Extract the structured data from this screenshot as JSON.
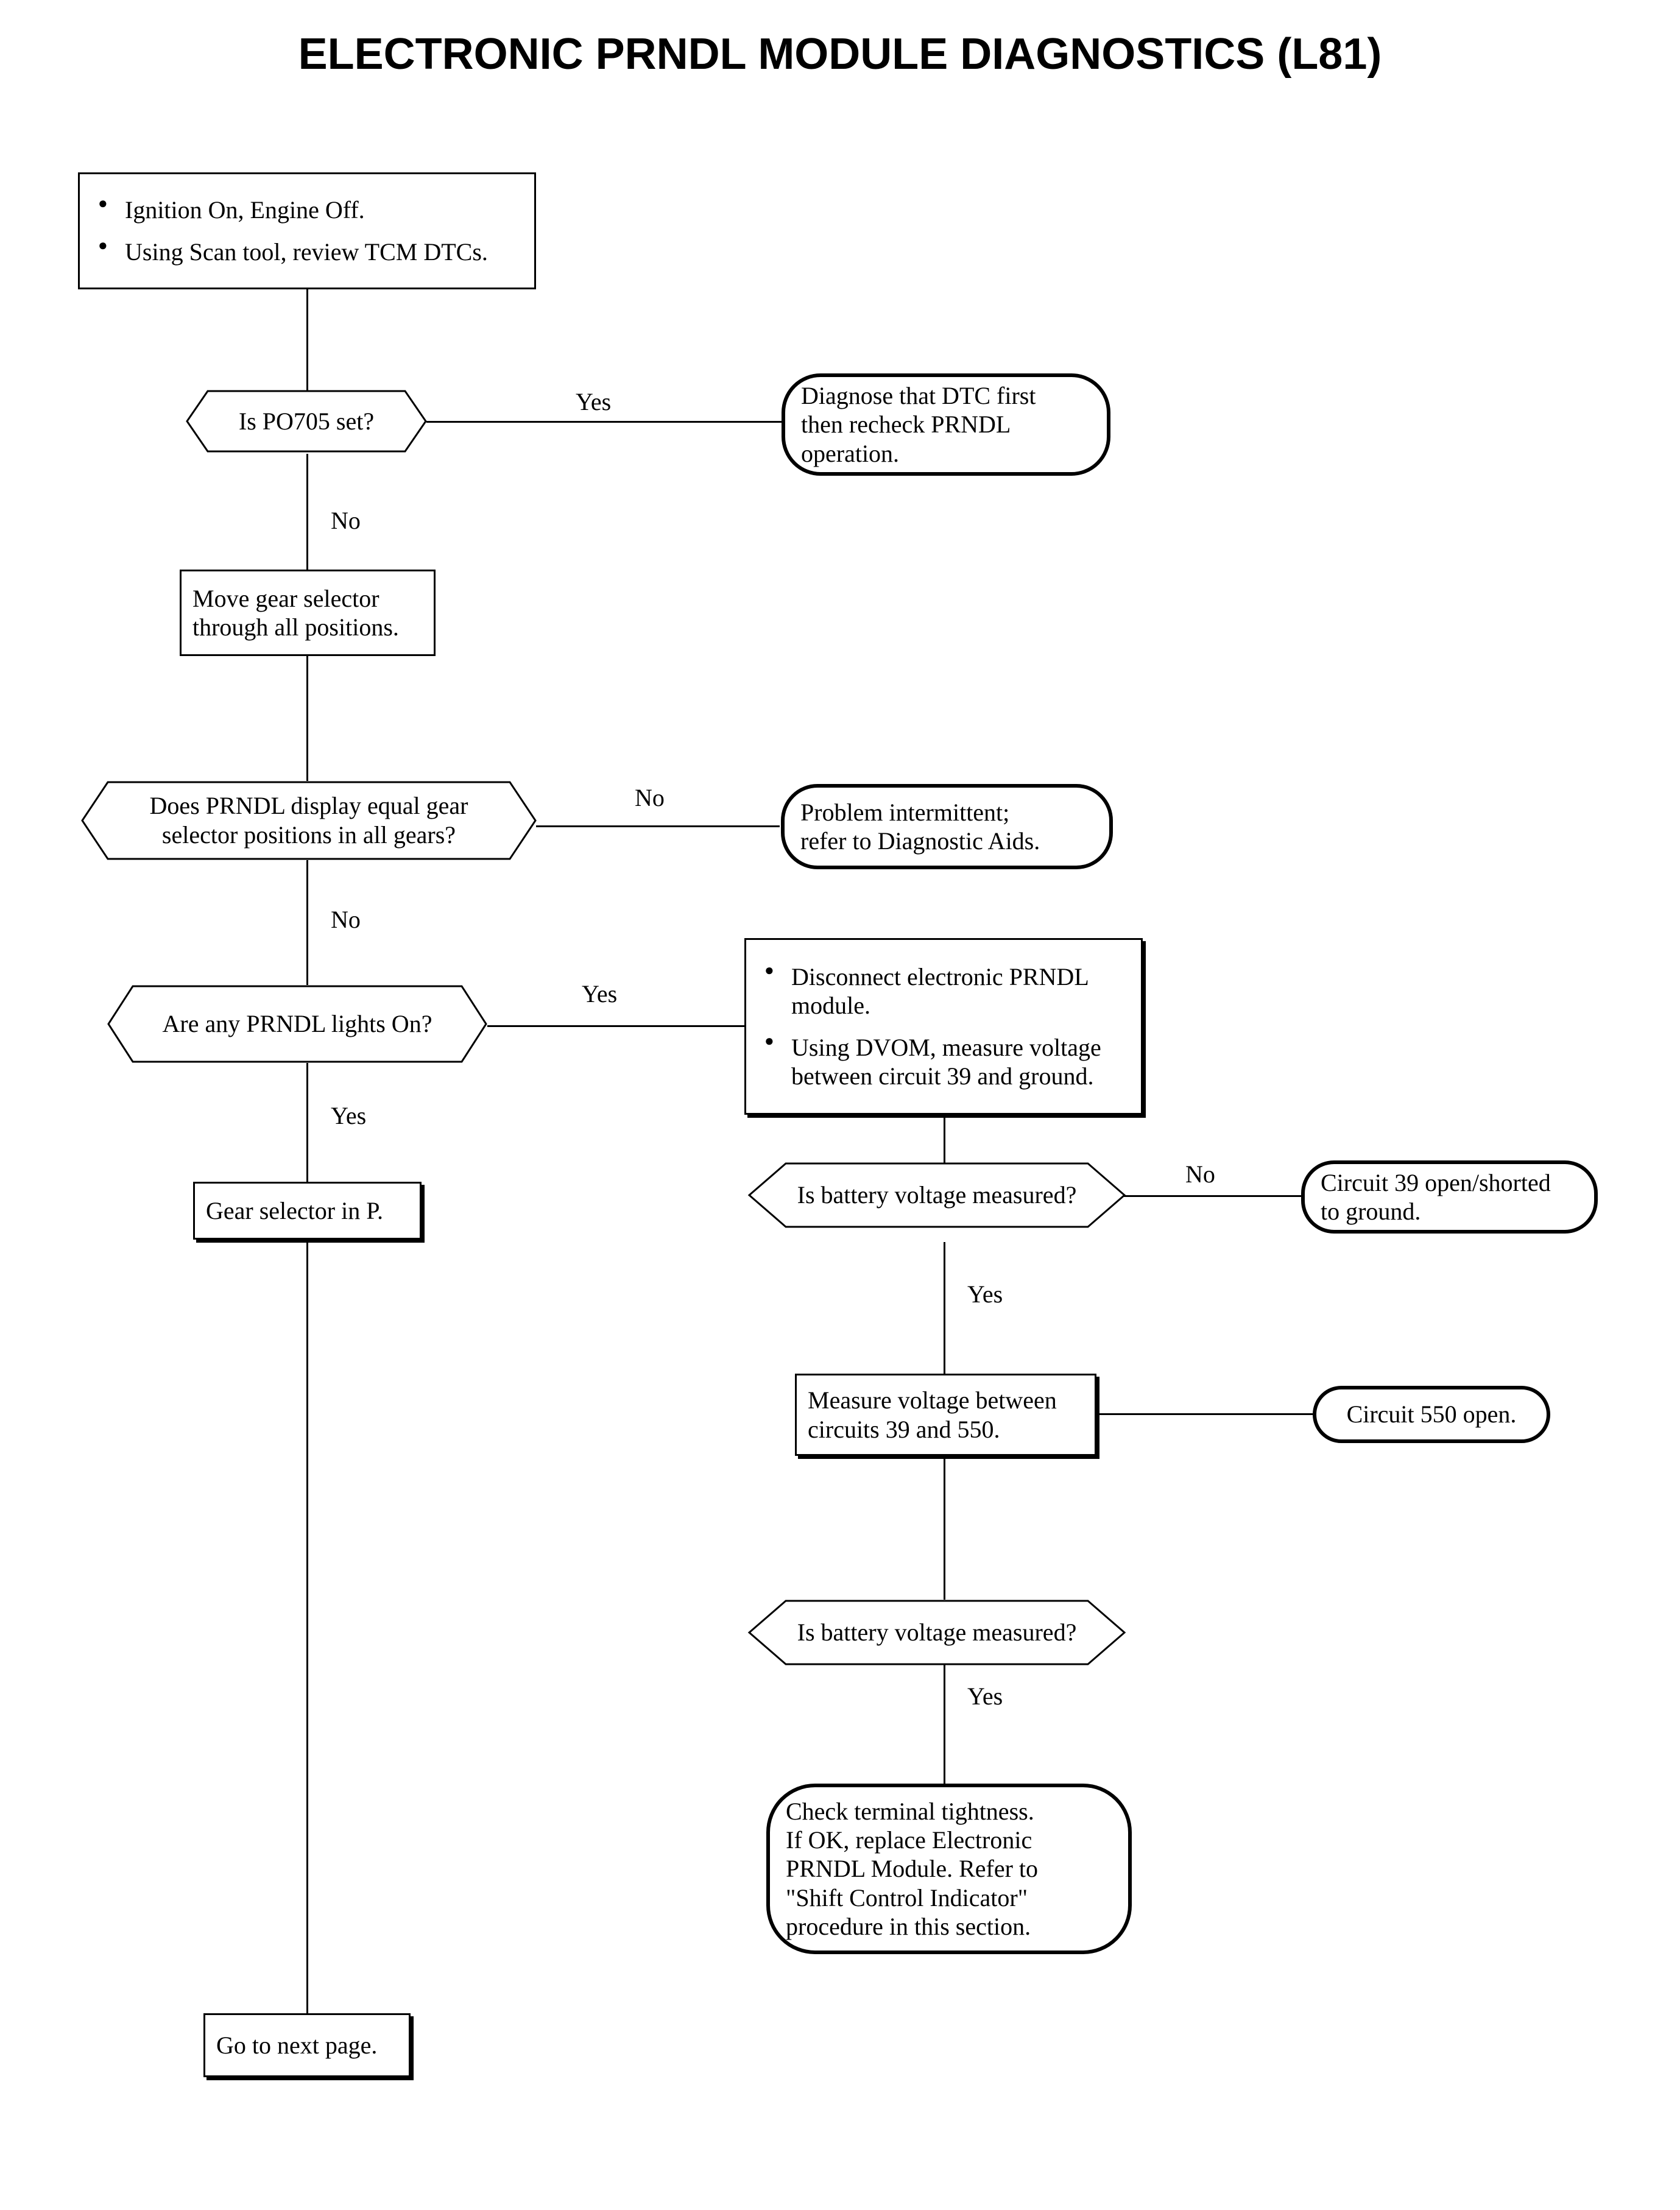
{
  "title": "ELECTRONIC PRNDL MODULE DIAGNOSTICS (L81)",
  "nodes": {
    "start": {
      "type": "process-bullets",
      "bullets": [
        "Ignition On, Engine Off.",
        "Using Scan tool, review TCM DTCs."
      ]
    },
    "d1": {
      "type": "decision",
      "text": "Is PO705 set?"
    },
    "t1": {
      "type": "terminal",
      "text": "Diagnose that DTC first\nthen recheck PRNDL\noperation."
    },
    "p1": {
      "type": "process",
      "text": "Move gear selector\nthrough all positions."
    },
    "d2": {
      "type": "decision",
      "text": "Does PRNDL display equal gear\nselector positions in all gears?"
    },
    "t2": {
      "type": "terminal",
      "text": "Problem intermittent;\nrefer to Diagnostic Aids."
    },
    "d3": {
      "type": "decision",
      "text": "Are any PRNDL lights On?"
    },
    "p2": {
      "type": "process-bullets",
      "bullets": [
        "Disconnect electronic PRNDL module.",
        "Using DVOM, measure voltage between circuit 39 and ground."
      ]
    },
    "p3": {
      "type": "process",
      "text": "Gear selector in P."
    },
    "d4": {
      "type": "decision",
      "text": "Is battery voltage measured?"
    },
    "t3": {
      "type": "terminal",
      "text": "Circuit 39 open/shorted\nto ground."
    },
    "p4": {
      "type": "process",
      "text": "Measure voltage between\ncircuits 39 and 550."
    },
    "t4": {
      "type": "terminal",
      "text": "Circuit 550 open."
    },
    "d5": {
      "type": "decision",
      "text": "Is battery voltage measured?"
    },
    "t5": {
      "type": "terminal",
      "text": "Check terminal tightness.\nIf OK, replace Electronic\nPRNDL Module. Refer to\n\"Shift Control Indicator\"\nprocedure in this section."
    },
    "p5": {
      "type": "process",
      "text": "Go to next page."
    }
  },
  "branch_labels": {
    "d1_yes": "Yes",
    "d1_no": "No",
    "d2_no_right": "No",
    "d2_no_down": "No",
    "d3_yes": "Yes",
    "d3_yes_down": "Yes",
    "d4_no": "No",
    "d4_yes": "Yes",
    "d5_yes": "Yes"
  },
  "colors": {
    "stroke": "#000000",
    "background": "#ffffff",
    "text": "#000000"
  }
}
